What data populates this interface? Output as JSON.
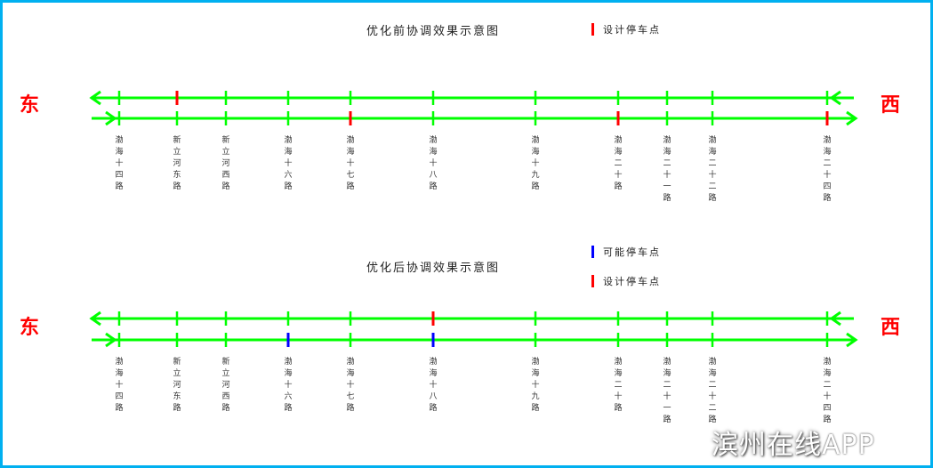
{
  "colors": {
    "line": "#00ff00",
    "design_stop": "#ff0000",
    "possible_stop": "#0000ff",
    "border": "#00b0f0",
    "direction": "#ff0000"
  },
  "roads": [
    "渤海十四路",
    "新立河东路",
    "新立河西路",
    "渤海十六路",
    "渤海十七路",
    "渤海十八路",
    "渤海十九路",
    "渤海二十路",
    "渤海二十一路",
    "渤海二十二路",
    "渤海二十四路"
  ],
  "east": "东",
  "west": "西",
  "before": {
    "title": "优化前协调效果示意图",
    "legend": [
      {
        "label": "设计停车点",
        "color": "#ff0000"
      }
    ],
    "westbound_stops": [
      {
        "road_index": 1,
        "type": "design"
      }
    ],
    "eastbound_stops": [
      {
        "road_index": 4,
        "type": "design"
      },
      {
        "road_index": 7,
        "type": "design"
      },
      {
        "road_index": 10,
        "type": "design"
      }
    ]
  },
  "after": {
    "title": "优化后协调效果示意图",
    "legend": [
      {
        "label": "可能停车点",
        "color": "#0000ff"
      },
      {
        "label": "设计停车点",
        "color": "#ff0000"
      }
    ],
    "westbound_stops": [
      {
        "road_index": 5,
        "type": "design"
      }
    ],
    "eastbound_stops": [
      {
        "road_index": 3,
        "type": "possible"
      },
      {
        "road_index": 5,
        "type": "possible"
      }
    ]
  },
  "watermark": {
    "text": "滨州在线",
    "suffix": "APP"
  }
}
